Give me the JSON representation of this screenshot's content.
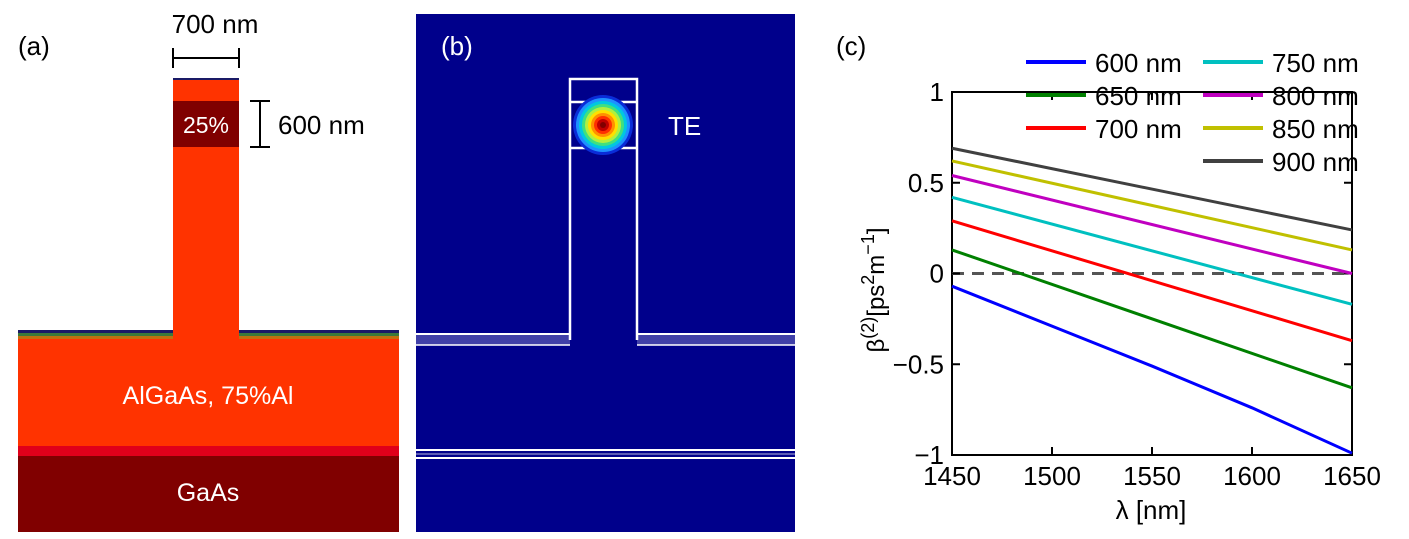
{
  "panel_a": {
    "label": "(a)",
    "width_label": "700 nm",
    "height_label": "600 nm",
    "core_label": "25%",
    "cladding_label": "AlGaAs, 75%Al",
    "substrate_label": "GaAs",
    "colors": {
      "cladding": "#ff3300",
      "core": "#800000",
      "substrate": "#800000",
      "interface": "#e0001a"
    }
  },
  "panel_b": {
    "label": "(b)",
    "mode_label": "TE",
    "colors": {
      "background": "#00008b",
      "outline": "#ffffff"
    }
  },
  "panel_c": {
    "label": "(c)",
    "chart_data": {
      "type": "line",
      "xlabel": "λ [nm]",
      "ylabel_base": "β",
      "ylabel_sup": "(2)",
      "ylabel_unit_a": "[ps",
      "ylabel_unit_sup1": "2",
      "ylabel_unit_b": "m",
      "ylabel_unit_sup2": "−1",
      "ylabel_unit_c": "]",
      "xlim": [
        1450,
        1650
      ],
      "ylim": [
        -1,
        1
      ],
      "xticks": [
        1450,
        1500,
        1550,
        1600,
        1650
      ],
      "xtick_labels": [
        "1450",
        "1500",
        "1550",
        "1600",
        "1650"
      ],
      "yticks": [
        -1,
        -0.5,
        0,
        0.5,
        1
      ],
      "ytick_labels": [
        "−1",
        "−0.5",
        "0",
        "0.5",
        "1"
      ],
      "zero_line": {
        "y": 0,
        "style": "dashed",
        "color": "#555555"
      },
      "legend_position": "top",
      "grid": false,
      "series": [
        {
          "name": "600 nm",
          "color": "#0000ff",
          "x": [
            1450,
            1500,
            1550,
            1600,
            1650
          ],
          "values": [
            -0.07,
            -0.29,
            -0.51,
            -0.74,
            -0.99
          ]
        },
        {
          "name": "650 nm",
          "color": "#008000",
          "x": [
            1450,
            1650
          ],
          "values": [
            0.13,
            -0.63
          ]
        },
        {
          "name": "700 nm",
          "color": "#ff0000",
          "x": [
            1450,
            1650
          ],
          "values": [
            0.29,
            -0.37
          ]
        },
        {
          "name": "750 nm",
          "color": "#00c0c0",
          "x": [
            1450,
            1650
          ],
          "values": [
            0.42,
            -0.17
          ]
        },
        {
          "name": "800 nm",
          "color": "#c000c0",
          "x": [
            1450,
            1650
          ],
          "values": [
            0.54,
            0.0
          ]
        },
        {
          "name": "850 nm",
          "color": "#c0c000",
          "x": [
            1450,
            1650
          ],
          "values": [
            0.62,
            0.13
          ]
        },
        {
          "name": "900 nm",
          "color": "#404040",
          "x": [
            1450,
            1650
          ],
          "values": [
            0.69,
            0.24
          ]
        }
      ]
    }
  }
}
